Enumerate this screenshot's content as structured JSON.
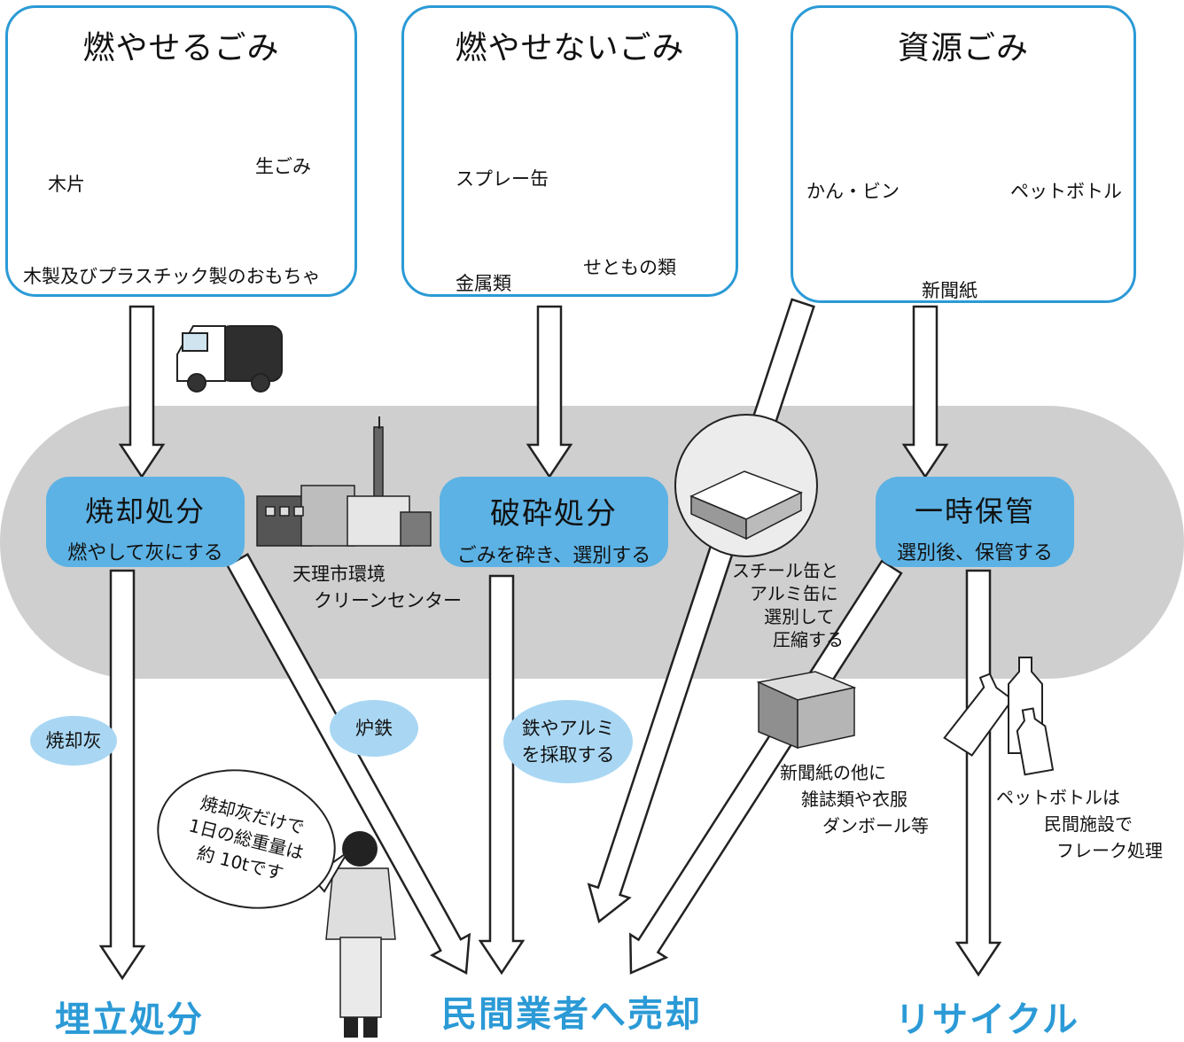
{
  "categories": {
    "burnable": {
      "title": "燃やせるごみ",
      "items": [
        "木片",
        "生ごみ",
        "木製及びプラスチック製のおもちゃ"
      ]
    },
    "nonburnable": {
      "title": "燃やせないごみ",
      "items": [
        "スプレー缶",
        "金属類",
        "せともの類"
      ]
    },
    "resource": {
      "title": "資源ごみ",
      "items": [
        "かん・ビン",
        "ペットボトル",
        "新聞紙"
      ]
    }
  },
  "processes": {
    "incineration": {
      "title": "焼却処分",
      "subtitle": "燃やして灰にする"
    },
    "crushing": {
      "title": "破砕処分",
      "subtitle": "ごみを砕き、選別する"
    },
    "storage": {
      "title": "一時保管",
      "subtitle": "選別後、保管する"
    }
  },
  "facility": {
    "line1": "天理市環境",
    "line2": "クリーンセンター"
  },
  "notes": {
    "cans": [
      "スチール缶と",
      "アルミ缶に",
      "選別して",
      "圧縮する"
    ],
    "paper": [
      "新聞紙の他に",
      "雑誌類や衣服",
      "ダンボール等"
    ],
    "pet": [
      "ペットボトルは",
      "民間施設で",
      "フレーク処理"
    ]
  },
  "bubbles": {
    "ash": "焼却灰",
    "iron": "炉鉄",
    "metals": [
      "鉄やアルミ",
      "を採取する"
    ]
  },
  "speech": [
    "焼却灰だけで",
    "1日の総重量は",
    "約 10tです"
  ],
  "destinations": {
    "landfill": "埋立処分",
    "sale": "民間業者へ売却",
    "recycle": "リサイクル"
  },
  "colors": {
    "accent": "#2b9ad6",
    "process_fill": "#5cb2e4",
    "bubble_fill": "#a9d7f3",
    "band_fill": "#cfcfcf"
  }
}
